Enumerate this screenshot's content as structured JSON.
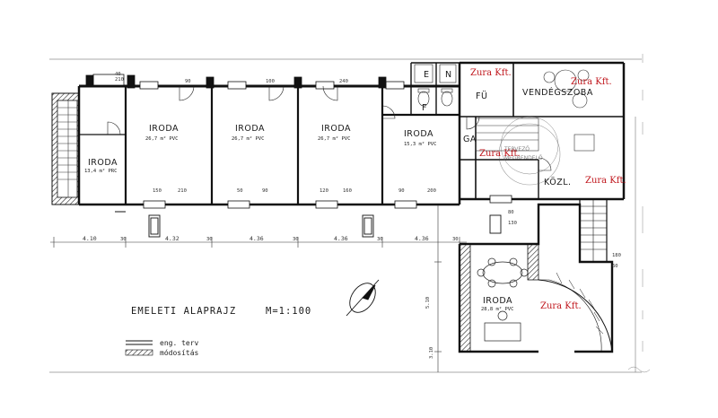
{
  "title": "EMELETI ALAPRAJZ",
  "scale": "M=1:100",
  "legend": [
    {
      "label": "eng. terv"
    },
    {
      "label": "módosítás"
    }
  ],
  "rooms": [
    {
      "id": "iroda-a",
      "label": "IRODA",
      "area": "13,4 m² PRC"
    },
    {
      "id": "iroda-1",
      "label": "IRODA",
      "area": "26,7 m² PVC"
    },
    {
      "id": "iroda-2",
      "label": "IRODA",
      "area": "26,7 m² PVC"
    },
    {
      "id": "iroda-3",
      "label": "IRODA",
      "area": "26,7 m² PVC"
    },
    {
      "id": "iroda-4",
      "label": "IRODA",
      "area": "15,3 m² PVC"
    },
    {
      "id": "fu",
      "label": "FÜ"
    },
    {
      "id": "vendegszoba",
      "label": "VENDÉGSZOBA"
    },
    {
      "id": "ga",
      "label": "GA"
    },
    {
      "id": "kozl",
      "label": "KÖZL."
    },
    {
      "id": "iroda-big",
      "label": "IRODA",
      "area": "28,8 m² PVC"
    }
  ],
  "fixture_labels": [
    "E",
    "N",
    "F"
  ],
  "dimensions": {
    "bottom": [
      "4.10",
      "30",
      "4.32",
      "30",
      "4.36",
      "30",
      "4.36",
      "30",
      "4.36",
      "30"
    ],
    "right_vertical": [
      "5.10",
      "3.10"
    ],
    "opening_labels": [
      "40",
      "210",
      "90",
      "100",
      "240",
      "150",
      "210",
      "50",
      "90",
      "120",
      "160",
      "90",
      "200",
      "80",
      "130",
      "180",
      "60"
    ]
  },
  "watermarks": [
    "Zura Kft.",
    "Zura Kft.",
    "Zura Kft.",
    "Zura Kft.",
    "Zura Kft."
  ],
  "stamp_lines": [
    "TERVEZŐ",
    "MEGRENDELŐ"
  ]
}
